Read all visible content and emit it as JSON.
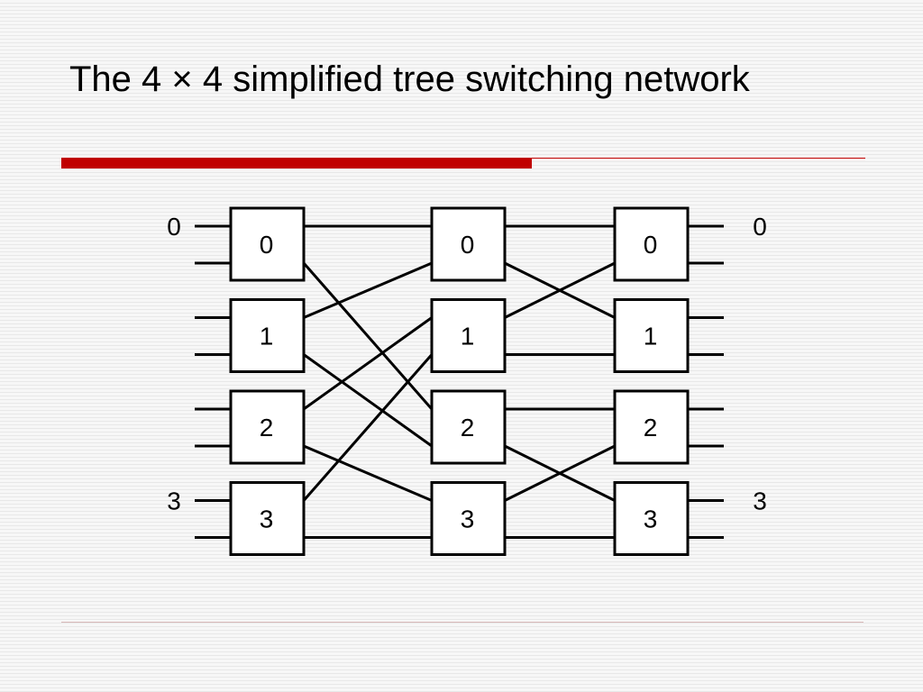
{
  "title": "The 4 × 4 simplified tree switching network",
  "colors": {
    "accent": "#c00000",
    "rule_light": "#d8b8b8",
    "box_fill": "#ffffff",
    "stroke": "#000000"
  },
  "network": {
    "stages": [
      {
        "name": "stage-1",
        "switches": [
          "0",
          "1",
          "2",
          "3"
        ]
      },
      {
        "name": "stage-2",
        "switches": [
          "0",
          "1",
          "2",
          "3"
        ]
      },
      {
        "name": "stage-3",
        "switches": [
          "0",
          "1",
          "2",
          "3"
        ]
      }
    ],
    "input_labels": [
      {
        "port": 0,
        "text": "0"
      },
      {
        "port": 6,
        "text": "3"
      }
    ],
    "output_labels": [
      {
        "port": 0,
        "text": "0"
      },
      {
        "port": 6,
        "text": "3"
      }
    ],
    "links": [
      {
        "from_stage": 1,
        "to_stage": 2,
        "connections": [
          {
            "from": [
              0,
              0
            ],
            "to": [
              0,
              0
            ]
          },
          {
            "from": [
              0,
              1
            ],
            "to": [
              2,
              0
            ]
          },
          {
            "from": [
              1,
              0
            ],
            "to": [
              0,
              1
            ]
          },
          {
            "from": [
              1,
              1
            ],
            "to": [
              2,
              1
            ]
          },
          {
            "from": [
              2,
              0
            ],
            "to": [
              1,
              0
            ]
          },
          {
            "from": [
              2,
              1
            ],
            "to": [
              3,
              0
            ]
          },
          {
            "from": [
              3,
              0
            ],
            "to": [
              1,
              1
            ]
          },
          {
            "from": [
              3,
              1
            ],
            "to": [
              3,
              1
            ]
          }
        ]
      },
      {
        "from_stage": 2,
        "to_stage": 3,
        "connections": [
          {
            "from": [
              0,
              0
            ],
            "to": [
              0,
              0
            ]
          },
          {
            "from": [
              0,
              1
            ],
            "to": [
              1,
              0
            ]
          },
          {
            "from": [
              1,
              0
            ],
            "to": [
              0,
              1
            ]
          },
          {
            "from": [
              1,
              1
            ],
            "to": [
              1,
              1
            ]
          },
          {
            "from": [
              2,
              0
            ],
            "to": [
              2,
              0
            ]
          },
          {
            "from": [
              2,
              1
            ],
            "to": [
              3,
              0
            ]
          },
          {
            "from": [
              3,
              0
            ],
            "to": [
              2,
              1
            ]
          },
          {
            "from": [
              3,
              1
            ],
            "to": [
              3,
              1
            ]
          }
        ]
      }
    ]
  }
}
